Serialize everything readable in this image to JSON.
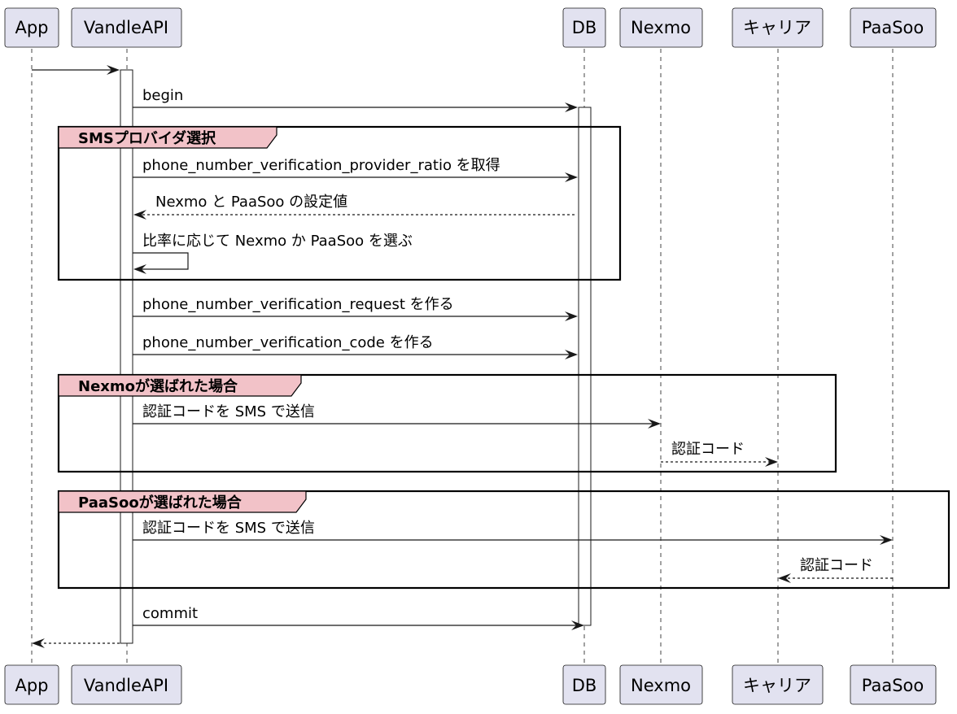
{
  "participants": [
    {
      "id": "app",
      "label": "App"
    },
    {
      "id": "api",
      "label": "VandleAPI"
    },
    {
      "id": "db",
      "label": "DB"
    },
    {
      "id": "nexmo",
      "label": "Nexmo"
    },
    {
      "id": "carrier",
      "label": "キャリア"
    },
    {
      "id": "paasoo",
      "label": "PaaSoo"
    }
  ],
  "frames": [
    {
      "id": "sms-provider",
      "label": "SMSプロバイダ選択"
    },
    {
      "id": "nexmo-selected",
      "label": "Nexmoが選ばれた場合"
    },
    {
      "id": "paasoo-selected",
      "label": "PaaSooが選ばれた場合"
    }
  ],
  "messages": [
    {
      "id": "m-start",
      "from": "app",
      "to": "api",
      "label": "",
      "dashed": false
    },
    {
      "id": "m-begin",
      "from": "api",
      "to": "db",
      "label": "begin",
      "dashed": false
    },
    {
      "id": "m-ratio",
      "from": "api",
      "to": "db",
      "label": "phone_number_verification_provider_ratio を取得",
      "dashed": false
    },
    {
      "id": "m-settings",
      "from": "db",
      "to": "api",
      "label": "Nexmo と PaaSoo の設定値",
      "dashed": true
    },
    {
      "id": "m-choose",
      "from": "api",
      "to": "api",
      "label": "比率に応じて Nexmo か PaaSoo を選ぶ",
      "dashed": false
    },
    {
      "id": "m-request",
      "from": "api",
      "to": "db",
      "label": "phone_number_verification_request を作る",
      "dashed": false
    },
    {
      "id": "m-code",
      "from": "api",
      "to": "db",
      "label": "phone_number_verification_code を作る",
      "dashed": false
    },
    {
      "id": "m-nexmo-send",
      "from": "api",
      "to": "nexmo",
      "label": "認証コードを SMS で送信",
      "dashed": false
    },
    {
      "id": "m-nexmo-carrier",
      "from": "nexmo",
      "to": "carrier",
      "label": "認証コード",
      "dashed": true
    },
    {
      "id": "m-paasoo-send",
      "from": "api",
      "to": "paasoo",
      "label": "認証コードを SMS で送信",
      "dashed": false
    },
    {
      "id": "m-paasoo-carrier",
      "from": "paasoo",
      "to": "carrier",
      "label": "認証コード",
      "dashed": true
    },
    {
      "id": "m-commit",
      "from": "api",
      "to": "db",
      "label": "commit",
      "dashed": false
    },
    {
      "id": "m-return",
      "from": "api",
      "to": "app",
      "label": "",
      "dashed": true
    }
  ]
}
